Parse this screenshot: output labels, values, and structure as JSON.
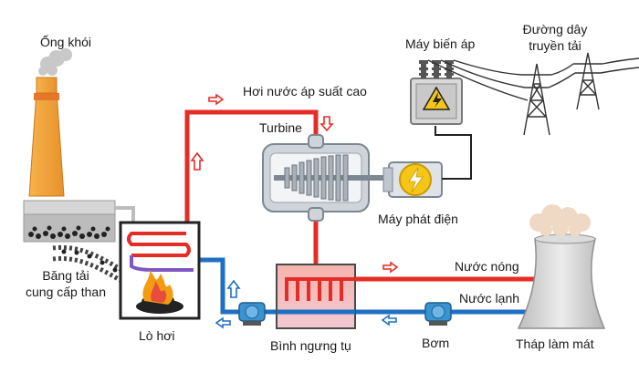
{
  "labels": {
    "chimney": "Ống khói",
    "conveyor_line1": "Băng tải",
    "conveyor_line2": "cung cấp than",
    "boiler": "Lò hơi",
    "high_pressure_steam": "Hơi nước áp suất cao",
    "turbine": "Turbine",
    "generator": "Máy phát điện",
    "transformer": "Máy biến áp",
    "transmission_line1": "Đường dây",
    "transmission_line2": "truyền tải",
    "hot_water": "Nước nóng",
    "cold_water": "Nước lạnh",
    "condenser": "Bình ngưng tụ",
    "pump": "Bơm",
    "cooling_tower": "Tháp làm mát"
  },
  "colors": {
    "steam": "#e52d27",
    "cold_water": "#1f6fc2",
    "flue_gas": "#7e57c2",
    "chimney": "#f2a33a",
    "chimney_band": "#e67e22",
    "transformer": "#d9d9d9",
    "warning": "#f5c518",
    "flame": "#f39c12",
    "tower": "#cfcfcf",
    "coal": "#222222"
  },
  "icons": {
    "flow_arrow": "outline-arrow-icon",
    "lightning": "lightning-bolt-icon",
    "smoke": "smoke-cloud-icon",
    "flame": "flame-icon",
    "pylon": "transmission-pylon-icon"
  }
}
